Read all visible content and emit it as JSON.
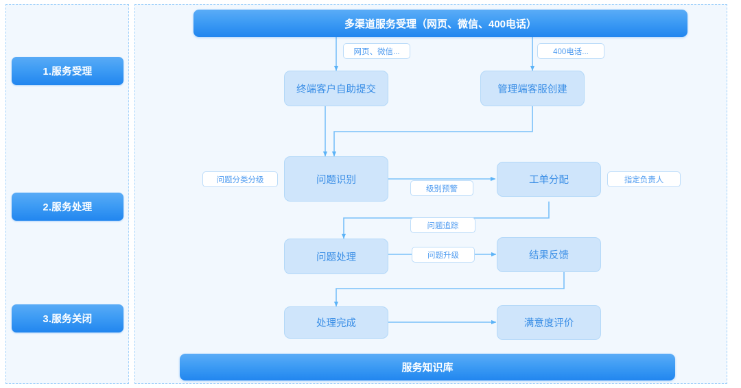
{
  "diagram": {
    "title_bar": "多渠道服务受理（网页、微信、400电话）",
    "footer_bar": "服务知识库",
    "stages": [
      {
        "label": "1.服务受理"
      },
      {
        "label": "2.服务处理"
      },
      {
        "label": "3.服务关闭"
      }
    ],
    "nodes": [
      {
        "id": "self-submit",
        "label": "终端客户自助提交"
      },
      {
        "id": "agent-create",
        "label": "管理端客服创建"
      },
      {
        "id": "issue-identify",
        "label": "问题识别"
      },
      {
        "id": "ticket-assign",
        "label": "工单分配"
      },
      {
        "id": "issue-handle",
        "label": "问题处理"
      },
      {
        "id": "result-feedback",
        "label": "结果反馈"
      },
      {
        "id": "handle-done",
        "label": "处理完成"
      },
      {
        "id": "satisfaction",
        "label": "满意度评价"
      }
    ],
    "chips": [
      {
        "id": "channel-web",
        "label": "网页、微信..."
      },
      {
        "id": "channel-phone",
        "label": "400电话..."
      },
      {
        "id": "classify",
        "label": "问题分类分级"
      },
      {
        "id": "level-alert",
        "label": "级别预警"
      },
      {
        "id": "assign-owner",
        "label": "指定负责人"
      },
      {
        "id": "issue-track",
        "label": "问题追踪"
      },
      {
        "id": "issue-escalate",
        "label": "问题升级"
      }
    ],
    "colors": {
      "bar_blue": "#2186ef",
      "node_fill": "#cfe5fb",
      "node_border": "#b3d8f8",
      "node_text": "#3a8ee6",
      "chip_text": "#4e9bf0",
      "connector": "#79c0f8",
      "panel_bg": "#f2f8fe",
      "panel_border": "#9fd0fb"
    }
  }
}
